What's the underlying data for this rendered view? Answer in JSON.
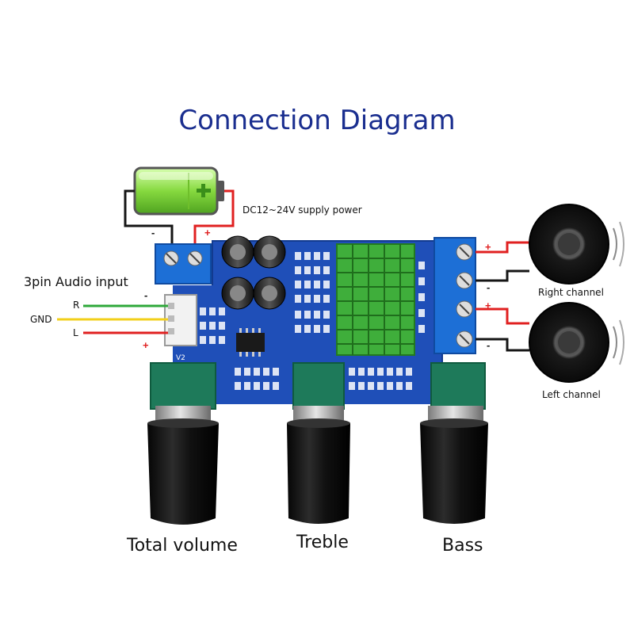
{
  "diagram": {
    "title": "Connection Diagram",
    "power": {
      "label": "DC12~24V  supply power",
      "minus": "-",
      "plus": "+"
    },
    "audio_input": {
      "label": "3pin Audio input",
      "pins": [
        "R",
        "GND",
        "L"
      ],
      "marks": [
        "-",
        "+"
      ]
    },
    "speakers": {
      "right_label": "Right channel",
      "left_label": "Left channel",
      "terminal_marks": [
        "+",
        "-",
        "+",
        "-"
      ]
    },
    "knobs": [
      "Total volume",
      "Treble",
      "Bass"
    ],
    "board_marks": {
      "pot": "V2"
    },
    "colors": {
      "title": "#1a2e8f",
      "board": "#1f4fb8",
      "heatsink": "#3fae3b",
      "terminal": "#1d6fd6",
      "knob": "#141414",
      "pot_base": "#1e7a5a",
      "wire_red": "#e02020",
      "wire_black": "#151515",
      "wire_green": "#2ea83a",
      "wire_yellow": "#f2cf1a",
      "battery": "#8ee04a"
    }
  }
}
